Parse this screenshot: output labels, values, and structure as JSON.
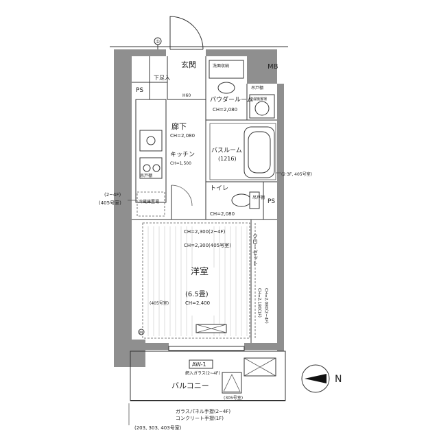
{
  "rooms": {
    "genkan": "玄関",
    "shitabako": "下足入",
    "ps_left": "PS",
    "mb": "MB",
    "sensen_shuno": "洗面収納",
    "powder_room": "パウダールーム",
    "powder_ch": "CH=2,080",
    "kanko_ue": "吊戸棚",
    "sentaku": "洗濯機置場",
    "roka": "廊下",
    "roka_ch": "CH=2,080",
    "kitchen": "キッチン",
    "kitchen_ch": "CH=1,500",
    "bathroom": "バスルーム",
    "bathroom_size": "(1216)",
    "toilet": "トイレ",
    "toilet_ch": "CH=2,080",
    "tsuridana_toilet": "吊戸棚",
    "ps_right": "PS",
    "reizoko": "冷蔵庫置場",
    "tsuridana_kitchen": "吊戸棚",
    "closet": "クローゼット",
    "yoshitsu": "洋室",
    "yoshitsu_size": "(6.5畳)",
    "yoshitsu_ch": "CH=2,400",
    "balcony": "バルコニー"
  },
  "annotations": {
    "marker_1": "①",
    "marker_m": "M",
    "h60": "H60",
    "ch_2300_a": "CH=2,300(2~4F)",
    "ch_2300_b": "CH=2,300(405号室)",
    "left_2_4f": "(2~4F)",
    "left_405": "(405号室)",
    "right_23f": "(2·3F, 405号室)",
    "left_405_b": "(405号室)",
    "closet_ch": "CH=2,080(2~4F)",
    "closet_ch_b": "CH=2,180(1F)",
    "aw1": "AW-1",
    "glass_note": "網入ガラス(2~4F)",
    "room305": "(305号室)",
    "handrail_1": "ガラスパネル手摺(2~4F)",
    "handrail_2": "コンクリート手摺(1F)",
    "bottom_rooms": "(203, 303, 403号室)",
    "north": "N"
  }
}
